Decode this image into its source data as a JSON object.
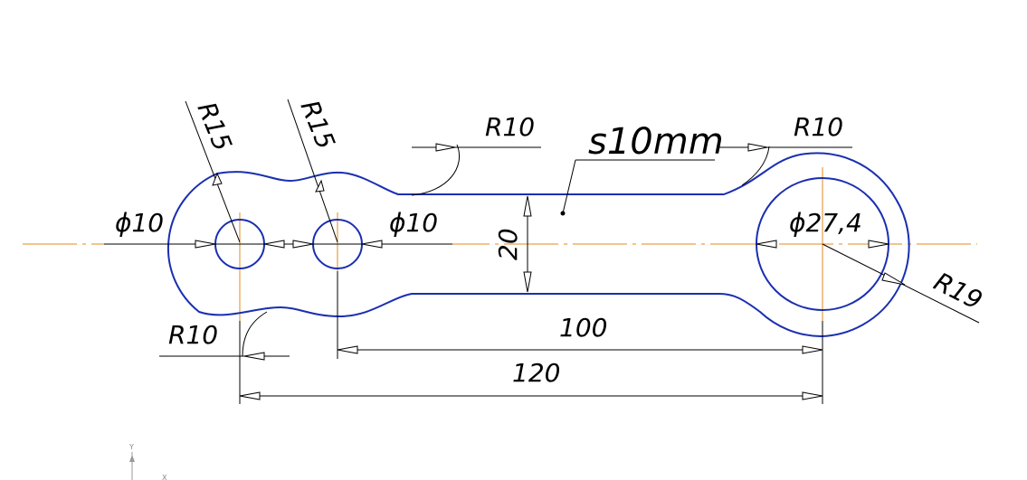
{
  "drawing": {
    "labels": {
      "r15_left": "R15",
      "r15_right": "R15",
      "r10_top_left": "R10",
      "r10_top_right": "R10",
      "r10_bottom": "R10",
      "thickness": "s10mm",
      "dia10_left": "ϕ10",
      "dia10_right": "ϕ10",
      "dia27": "ϕ27,4",
      "r19": "R19",
      "width20": "20",
      "len100": "100",
      "len120": "120"
    },
    "axis_glyphs": {
      "y": "Y",
      "x": "X"
    },
    "colors": {
      "outline": "#1a2fb0",
      "center_line": "#e08a1e",
      "dimension": "#000000"
    }
  }
}
